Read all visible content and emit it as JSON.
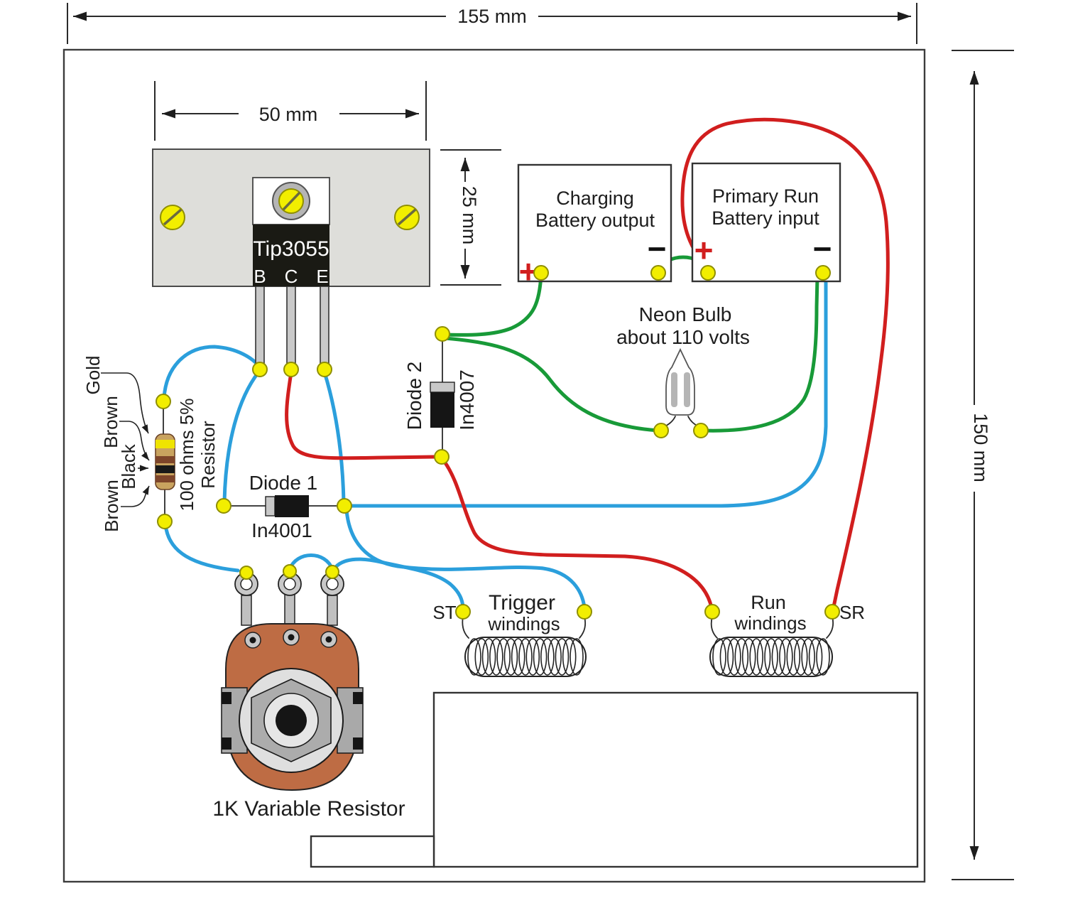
{
  "colors": {
    "wire_blue": "#2b9fdc",
    "wire_red": "#d11e1e",
    "wire_green": "#189a38",
    "terminal_yellow": "#f2ee00",
    "heatsink_gray": "#dedeDA",
    "pot_body_brown": "#be6c44",
    "resistor_body_tan": "#c9a35f"
  },
  "dims": {
    "overall_width": "155 mm",
    "overall_height": "150 mm",
    "heatsink_width": "50 mm",
    "heatsink_height": "25 mm"
  },
  "transistor": {
    "part": "Tip3055",
    "pin_b": "B",
    "pin_c": "C",
    "pin_e": "E"
  },
  "battery_charging": {
    "line1": "Charging",
    "line2": "Battery output",
    "plus": "+",
    "minus": "−"
  },
  "battery_primary": {
    "line1": "Primary Run",
    "line2": "Battery input",
    "plus": "+",
    "minus": "−"
  },
  "neon": {
    "line1": "Neon Bulb",
    "line2": "about 110 volts"
  },
  "diode2": {
    "name": "Diode 2",
    "part": "In4007"
  },
  "diode1": {
    "name": "Diode 1",
    "part": "In4001"
  },
  "resistor": {
    "band1": "Gold",
    "band2": "Brown",
    "band3": "Black",
    "band4": "Brown",
    "value1": "100 ohms 5%",
    "value2": "Resistor"
  },
  "pot": {
    "label": "1K Variable Resistor"
  },
  "trigger_winding": {
    "line1": "Trigger",
    "line2": "windings",
    "tag": "ST"
  },
  "run_winding": {
    "line1": "Run",
    "line2": "windings",
    "tag": "SR"
  }
}
